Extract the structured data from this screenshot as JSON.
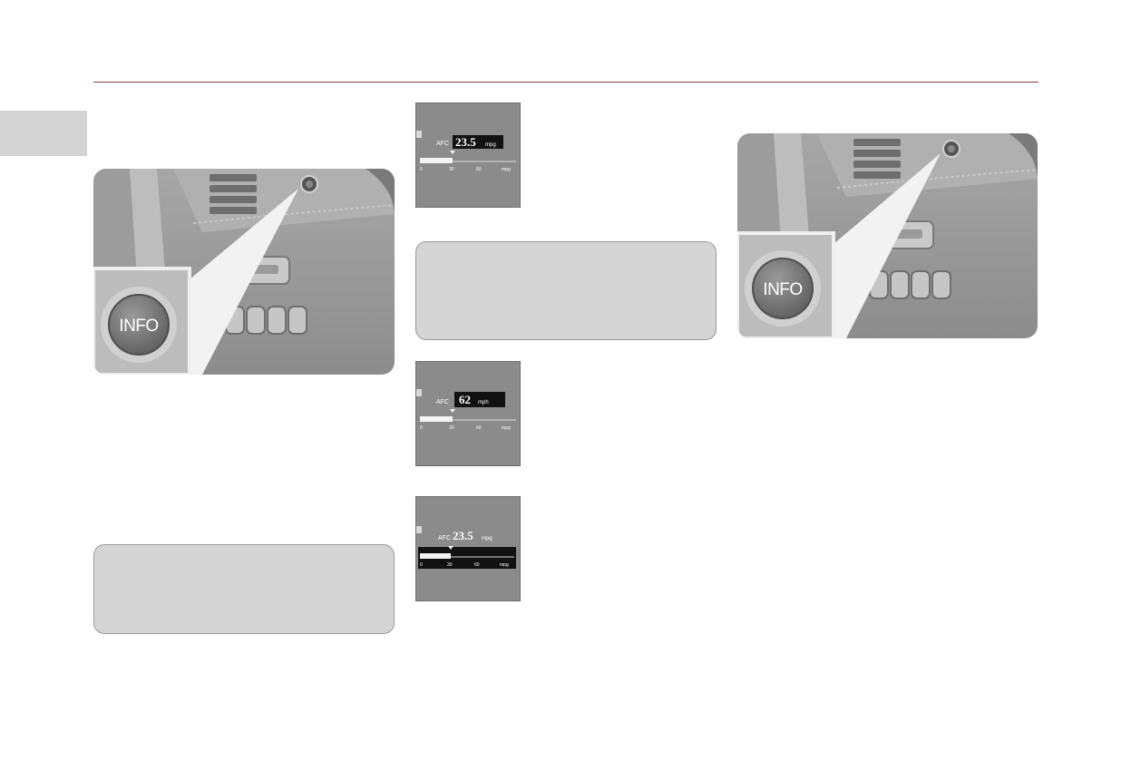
{
  "illustrations": {
    "button_label": "INFO"
  },
  "displays": [
    {
      "label": "AFC",
      "value": "23.5",
      "unit": "mpg",
      "highlight": "value",
      "ticks": [
        "0",
        "30",
        "60",
        "mpg"
      ]
    },
    {
      "label": "AFC",
      "value": "62",
      "unit": "mph",
      "highlight": "value",
      "ticks": [
        "0",
        "30",
        "60",
        "mpg"
      ]
    },
    {
      "label": "AFC",
      "value": "23.5",
      "unit": "mpg",
      "highlight": "bar",
      "ticks": [
        "0",
        "30",
        "60",
        "mpg"
      ]
    }
  ],
  "colors": {
    "rule": "#8a3a48",
    "tab": "#d4d4d4",
    "callout_fill": "#d5d5d5",
    "display_bg": "#8b8b8b"
  }
}
